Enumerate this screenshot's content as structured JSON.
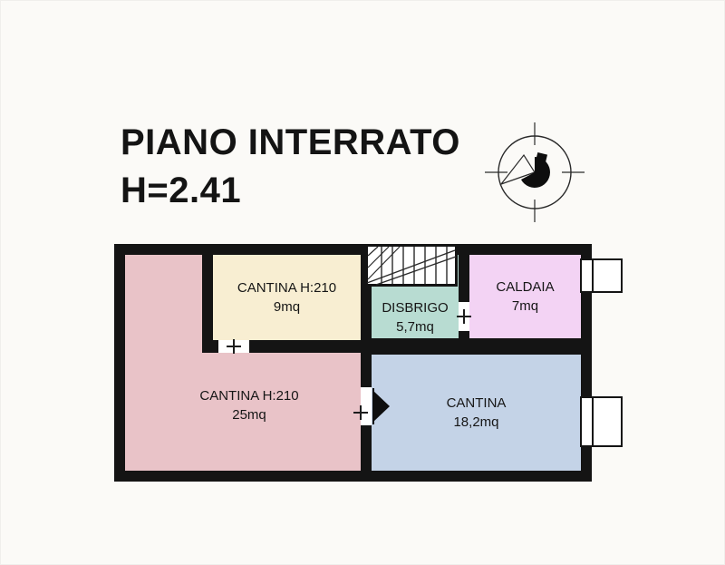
{
  "title": {
    "line1": "PIANO INTERRATO",
    "line2": "H=2.41"
  },
  "rooms": {
    "cantina9": {
      "name": "CANTINA H:210",
      "area": "9mq",
      "color": "#f8eed2"
    },
    "disbrigo": {
      "name": "DISBRIGO",
      "area": "5,7mq",
      "color": "#b8dcd2"
    },
    "caldaia": {
      "name": "CALDAIA",
      "area": "7mq",
      "color": "#f3d3f4"
    },
    "cantina25": {
      "name": "CANTINA H:210",
      "area": "25mq",
      "color": "#e9c3c8"
    },
    "cantina18": {
      "name": "CANTINA",
      "area": "18,2mq",
      "color": "#c4d3e7"
    }
  },
  "colors": {
    "wall": "#141414",
    "background": "#fbfaf7",
    "line": "#2a2a2a"
  },
  "icons": {
    "compass": "north-compass",
    "stairs": "stairs",
    "door": "door-swing",
    "window": "window",
    "door_marker": "plus-door-marker"
  }
}
